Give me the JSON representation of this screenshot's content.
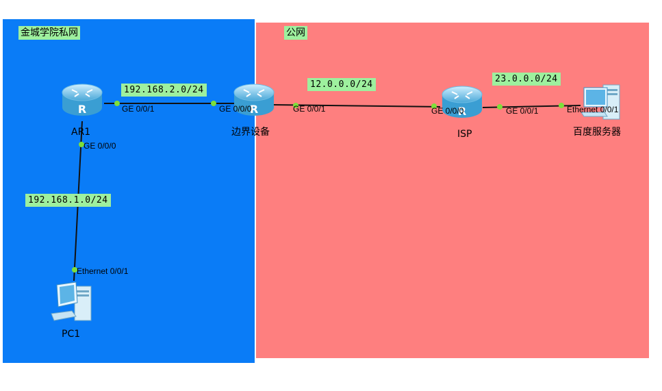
{
  "zones": {
    "private": {
      "label": "金城学院私网",
      "color": "#0a7cf7"
    },
    "public": {
      "label": "公网",
      "color": "#fe7f7f"
    }
  },
  "networks": {
    "ar1_border": "192.168.2.0/24",
    "ar1_pc1": "192.168.1.0/24",
    "border_isp": "12.0.0.0/24",
    "isp_server": "23.0.0.0/24"
  },
  "devices": {
    "ar1": {
      "name": "AR1",
      "icon": "router-icon"
    },
    "border": {
      "name": "边界设备",
      "icon": "router-icon"
    },
    "isp": {
      "name": "ISP",
      "icon": "router-icon"
    },
    "server": {
      "name": "百度服务器",
      "icon": "server-icon"
    },
    "pc1": {
      "name": "PC1",
      "icon": "pc-icon"
    }
  },
  "ports": {
    "ar1_ge001": "GE 0/0/1",
    "ar1_ge000": "GE 0/0/0",
    "border_ge000": "GE 0/0/0",
    "border_ge001": "GE 0/0/1",
    "isp_ge000": "GE 0/0/0",
    "isp_ge001": "GE 0/0/1",
    "server_eth": "Ethernet 0/0/1",
    "pc1_eth": "Ethernet 0/0/1"
  },
  "colors": {
    "label_bg": "#9ef09e",
    "link": "#111111",
    "port_dot": "#7ddf3a"
  }
}
